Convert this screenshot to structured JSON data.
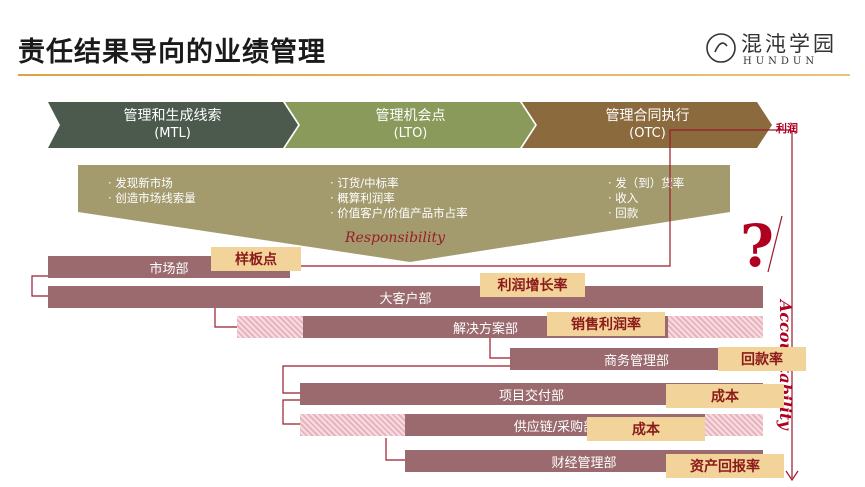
{
  "title": "责任结果导向的业绩管理",
  "logo": {
    "cn": "混沌学园",
    "en": "HUNDUN"
  },
  "stages": [
    {
      "name": "管理和生成线索",
      "abbr": "(MTL)",
      "color": "#4b5a4c"
    },
    {
      "name": "管理机会点",
      "abbr": "(LTO)",
      "color": "#8a9a5b"
    },
    {
      "name": "管理合同执行",
      "abbr": "(OTC)",
      "color": "#8b6a3e"
    }
  ],
  "funnel": {
    "col1": [
      "· 发现新市场",
      "· 创造市场线索量"
    ],
    "col2": [
      "· 订货/中标率",
      "· 概算利润率",
      "· 价值客户/价值产品市占率"
    ],
    "col3": [
      "· 发（到）货率",
      "· 收入",
      "· 回款"
    ],
    "responsibility": "Responsibility"
  },
  "profit_label": "利润",
  "accountability": "Accountability",
  "question_mark": "?",
  "departments": {
    "market": "市场部",
    "key_account": "大客户部",
    "solution": "解决方案部",
    "business": "商务管理部",
    "delivery": "项目交付部",
    "supply": "供应链/采购部",
    "finance": "财经管理部"
  },
  "metrics": {
    "sample": "样板点",
    "profit_growth": "利润增长率",
    "sales_margin": "销售利润率",
    "collection": "回款率",
    "cost1": "成本",
    "cost2": "成本",
    "roa": "资产回报率"
  }
}
